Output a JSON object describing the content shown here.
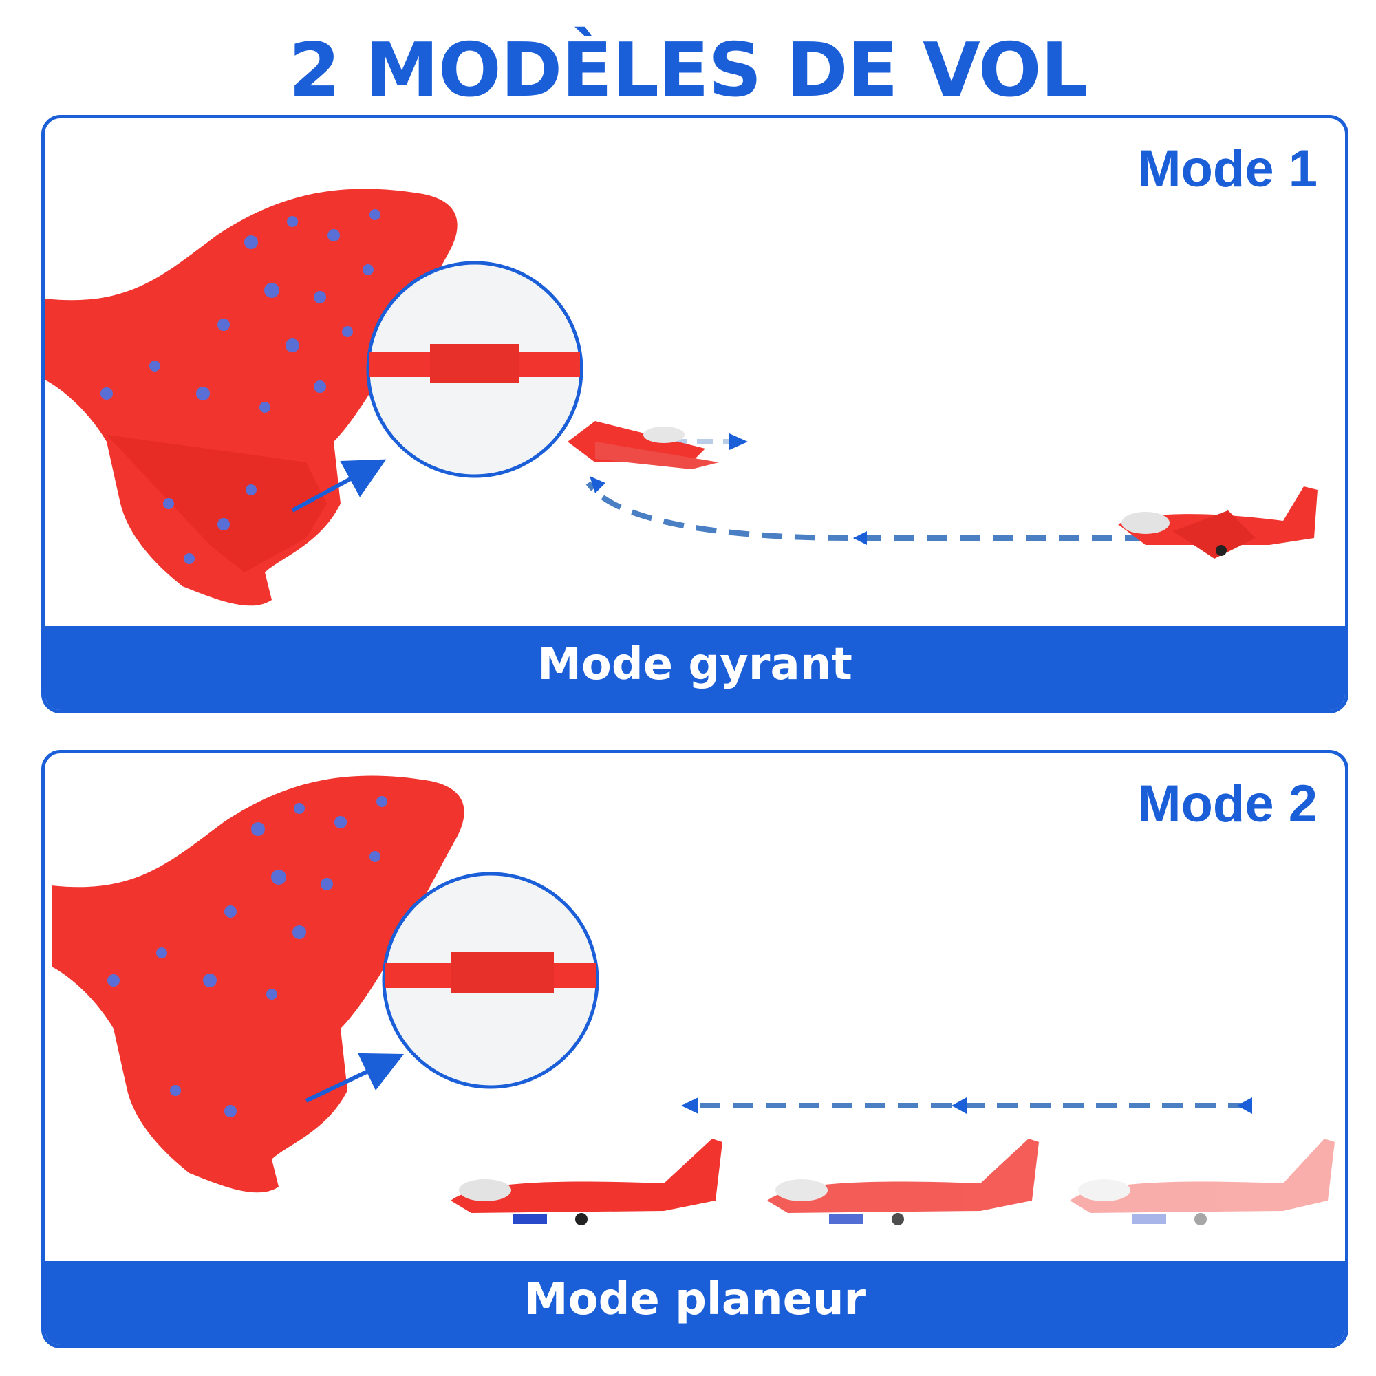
{
  "title": "2 MODÈLES DE VOL",
  "colors": {
    "brand_blue": "#1a5ed8",
    "foam_red": "#f2342e",
    "dash_blue": "#4a7fc4"
  },
  "panels": [
    {
      "mode_label": "Mode 1",
      "banner": "Mode gyrant"
    },
    {
      "mode_label": "Mode 2",
      "banner": "Mode planeur"
    }
  ]
}
